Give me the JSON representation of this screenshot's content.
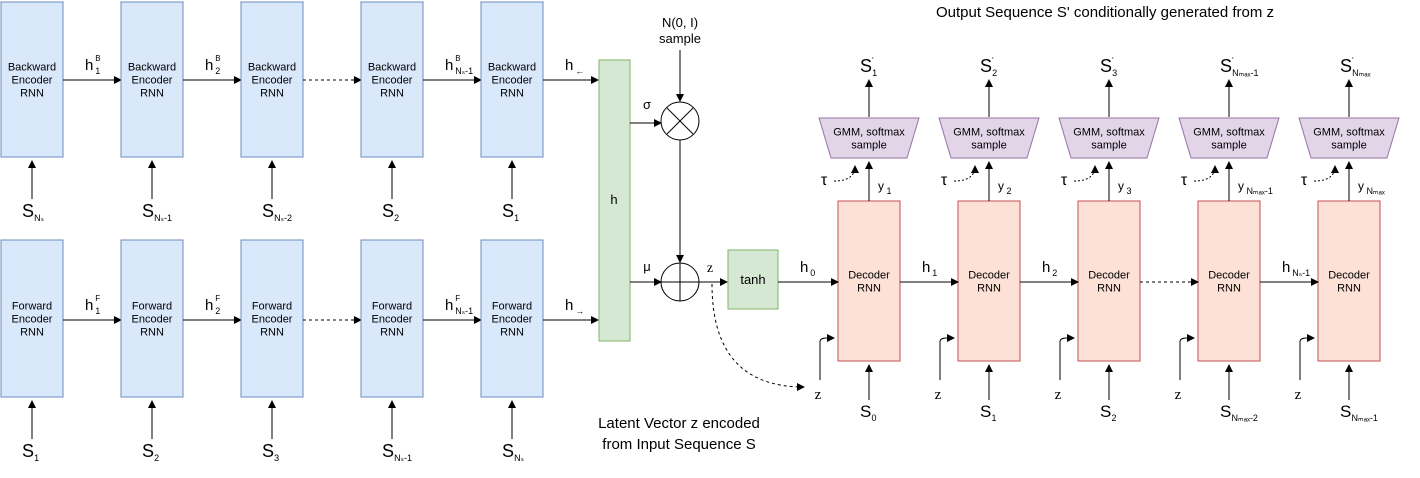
{
  "title": "Output Sequence S' conditionally generated from z",
  "latent_caption_line1": "Latent Vector z encoded",
  "latent_caption_line2": "from Input Sequence S",
  "noise_label_line1": "N(0, I)",
  "noise_label_line2": "sample",
  "sigma_label": "σ",
  "mu_label": "μ",
  "z_label": "z",
  "h_block_label": "h",
  "tanh_label": "tanh",
  "tau_label": "τ",
  "backward_label": [
    "Backward",
    "Encoder",
    "RNN"
  ],
  "forward_label": [
    "Forward",
    "Encoder",
    "RNN"
  ],
  "decoder_label": [
    "Decoder",
    "RNN"
  ],
  "gmm_label": [
    "GMM, softmax",
    "sample"
  ],
  "backward_hidden": [
    {
      "main": "h",
      "sup": "B",
      "sub": "1"
    },
    {
      "main": "h",
      "sup": "B",
      "sub": "2"
    },
    null,
    {
      "main": "h",
      "sup": "B",
      "sub": "Nₛ-1"
    },
    {
      "main": "h",
      "sup": "",
      "sub": "←"
    }
  ],
  "forward_hidden": [
    {
      "main": "h",
      "sup": "F",
      "sub": "1"
    },
    {
      "main": "h",
      "sup": "F",
      "sub": "2"
    },
    null,
    {
      "main": "h",
      "sup": "F",
      "sub": "Nₛ-1"
    },
    {
      "main": "h",
      "sup": "",
      "sub": "→"
    }
  ],
  "backward_inputs": [
    {
      "main": "S",
      "sub": "Nₛ"
    },
    {
      "main": "S",
      "sub": "Nₛ-1"
    },
    {
      "main": "S",
      "sub": "Nₛ-2"
    },
    {
      "main": "S",
      "sub": "2"
    },
    {
      "main": "S",
      "sub": "1"
    }
  ],
  "forward_inputs": [
    {
      "main": "S",
      "sub": "1"
    },
    {
      "main": "S",
      "sub": "2"
    },
    {
      "main": "S",
      "sub": "3"
    },
    {
      "main": "S",
      "sub": "Nₛ-1"
    },
    {
      "main": "S",
      "sub": "Nₛ"
    }
  ],
  "decoder_hidden": [
    {
      "main": "h",
      "sub": "0"
    },
    {
      "main": "h",
      "sub": "1"
    },
    {
      "main": "h",
      "sub": "2"
    },
    null,
    {
      "main": "h",
      "sub": "Nₛ-1"
    }
  ],
  "decoder_inputs": [
    {
      "main": "S",
      "sub": "0"
    },
    {
      "main": "S",
      "sub": "1"
    },
    {
      "main": "S",
      "sub": "2"
    },
    {
      "main": "S",
      "sub": "Nₘₐₓ-2"
    },
    {
      "main": "S",
      "sub": "Nₘₐₓ-1"
    }
  ],
  "decoder_outputs_y": [
    {
      "main": "y",
      "sub": "1"
    },
    {
      "main": "y",
      "sub": "2"
    },
    {
      "main": "y",
      "sub": "3"
    },
    {
      "main": "y",
      "sub": "Nₘₐₓ-1"
    },
    {
      "main": "y",
      "sub": "Nₘₐₓ"
    }
  ],
  "output_sequence": [
    {
      "main": "S",
      "sup": "'",
      "sub": "1"
    },
    {
      "main": "S",
      "sup": "'",
      "sub": "2"
    },
    {
      "main": "S",
      "sup": "'",
      "sub": "3"
    },
    {
      "main": "S",
      "sup": "'",
      "sub": "Nₘₐₓ-1"
    },
    {
      "main": "S",
      "sup": "'",
      "sub": "Nₘₐₓ"
    }
  ],
  "colors": {
    "encoder_fill": "#dae8fc",
    "encoder_stroke": "#6c8ebf",
    "green_fill": "#d5e8d4",
    "green_stroke": "#82b366",
    "decoder_fill": "#fde0d6",
    "decoder_stroke": "#c4514f",
    "gmm_fill": "#e1d5e7",
    "gmm_stroke": "#9673a6",
    "line": "#000000"
  }
}
